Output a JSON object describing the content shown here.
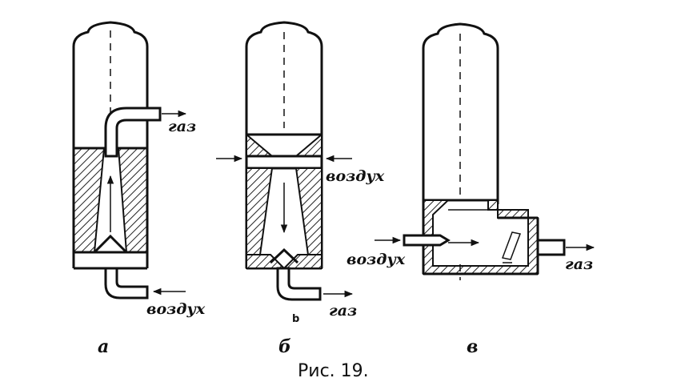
{
  "caption": "Рис. 19.",
  "panels": [
    {
      "letter": "а",
      "labels": {
        "gas": "газ",
        "air": "воздух"
      }
    },
    {
      "letter": "б",
      "labels": {
        "air": "воздух",
        "gas": "газ",
        "mark": "b"
      }
    },
    {
      "letter": "в",
      "labels": {
        "air": "воздух",
        "gas": "газ"
      }
    }
  ],
  "colors": {
    "ink": "#111111",
    "paper": "#ffffff"
  }
}
